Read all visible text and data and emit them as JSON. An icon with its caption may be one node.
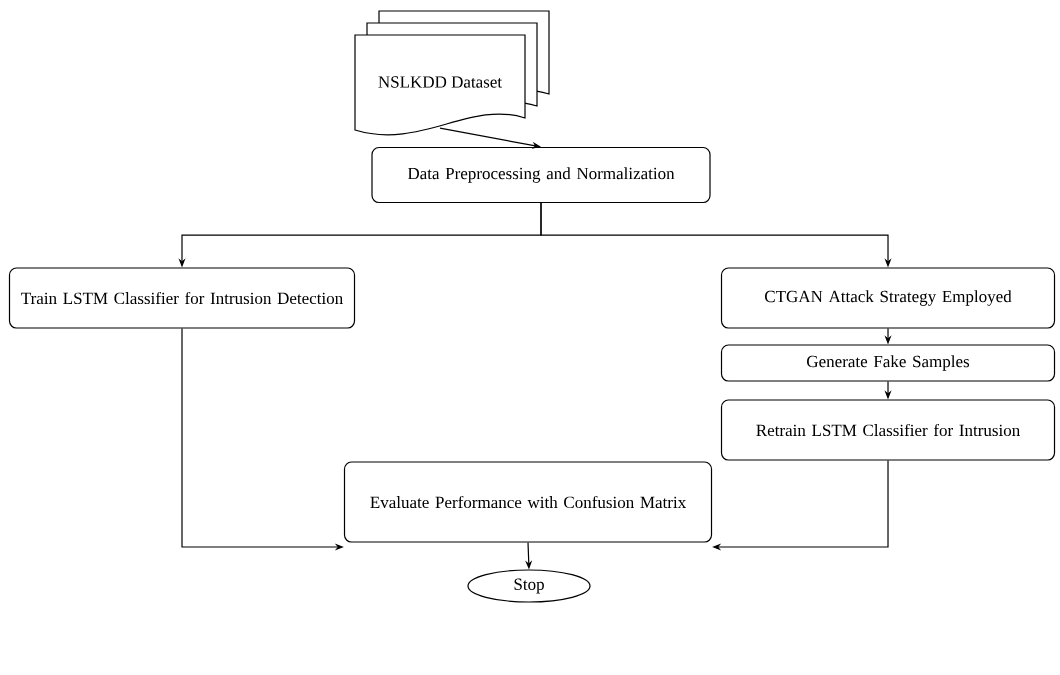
{
  "diagram": {
    "nodes": [
      {
        "text": [
          "NSLKDD Dataset"
        ]
      },
      {
        "text": [
          "Data Preprocessing and Normalization"
        ]
      },
      {
        "text": [
          "Train LSTM Classifier for Intrusion Detection"
        ]
      },
      {
        "text": [
          "CTGAN Attack Strategy Employed"
        ]
      },
      {
        "text": [
          "Generate Fake Samples"
        ]
      },
      {
        "text": [
          "Retrain LSTM Classifier for Intrusion"
        ]
      },
      {
        "text": [
          "Evaluate Performance with Confusion Matrix"
        ]
      },
      {
        "text": [
          "Stop"
        ]
      }
    ],
    "edges": [
      {
        "from": 0,
        "to": 1,
        "arrow": "to"
      },
      {
        "from": 1,
        "to": 2,
        "arrow": "to"
      },
      {
        "from": 1,
        "to": 3,
        "arrow": "to"
      },
      {
        "from": 3,
        "to": 4,
        "arrow": "to"
      },
      {
        "from": 4,
        "to": 5,
        "arrow": "to"
      },
      {
        "from": 2,
        "to": 6,
        "arrow": "to"
      },
      {
        "from": 5,
        "to": 6,
        "arrow": "to"
      },
      {
        "from": 6,
        "to": 7,
        "arrow": "to"
      }
    ]
  }
}
